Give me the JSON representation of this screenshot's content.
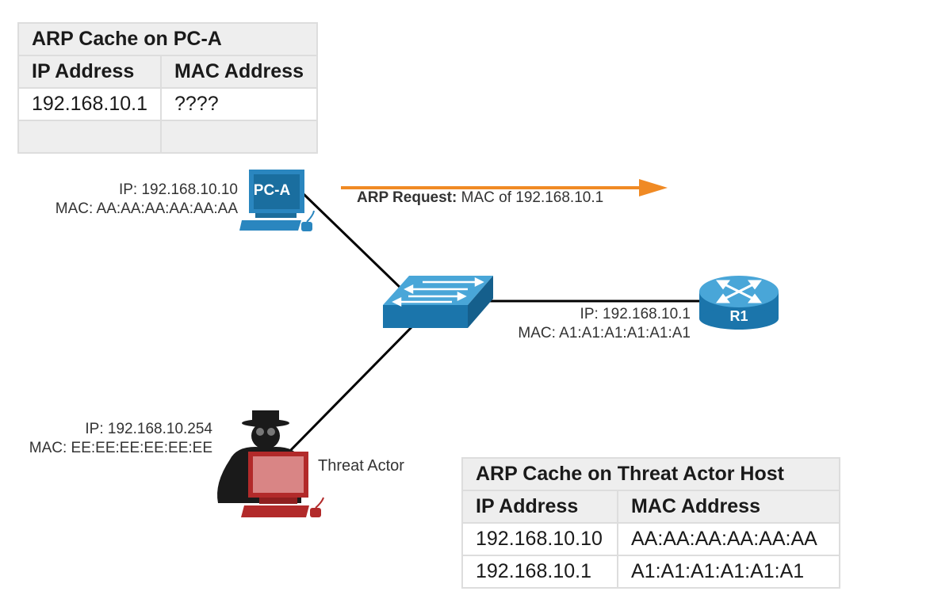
{
  "pc_a_cache": {
    "title": "ARP Cache on PC-A",
    "col_ip": "IP Address",
    "col_mac": "MAC Address",
    "rows": [
      {
        "ip": "192.168.10.1",
        "mac": "????"
      }
    ]
  },
  "threat_cache": {
    "title": "ARP Cache on Threat Actor Host",
    "col_ip": "IP Address",
    "col_mac": "MAC Address",
    "rows": [
      {
        "ip": "192.168.10.10",
        "mac": "AA:AA:AA:AA:AA:AA"
      },
      {
        "ip": "192.168.10.1",
        "mac": "A1:A1:A1:A1:A1:A1"
      }
    ]
  },
  "pc_a": {
    "name": "PC-A",
    "ip": "IP: 192.168.10.10",
    "mac": "MAC: AA:AA:AA:AA:AA:AA"
  },
  "router": {
    "name": "R1",
    "ip": "IP: 192.168.10.1",
    "mac": "MAC: A1:A1:A1:A1:A1:A1"
  },
  "threat_actor": {
    "name": "Threat Actor",
    "ip": "IP: 192.168.10.254",
    "mac": "MAC: EE:EE:EE:EE:EE:EE"
  },
  "arp_request": {
    "label_bold": "ARP Request:",
    "label_rest": " MAC of 192.168.10.1"
  },
  "colors": {
    "device_blue": "#1f7fb4",
    "threat_red": "#b22a2a",
    "arrow_orange": "#f08a24",
    "table_bg": "#eeeeee"
  }
}
